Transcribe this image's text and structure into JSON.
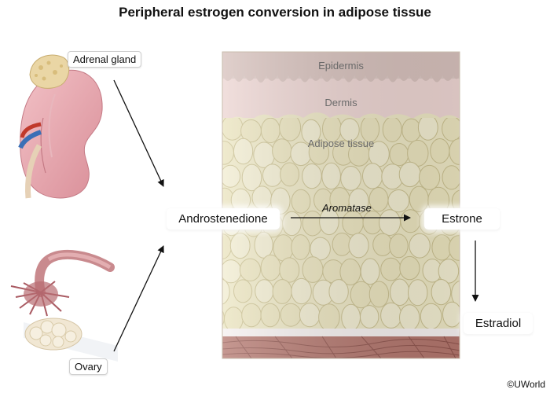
{
  "title": "Peripheral estrogen conversion in adipose tissue",
  "labels": {
    "adrenal_gland": "Adrenal gland",
    "ovary": "Ovary",
    "epidermis": "Epidermis",
    "dermis": "Dermis",
    "adipose_tissue": "Adipose tissue",
    "androstenedione": "Androstenedione",
    "aromatase": "Aromatase",
    "estrone": "Estrone",
    "estradiol": "Estradiol"
  },
  "credit": "©UWorld",
  "colors": {
    "epidermis": "#d9c4c0",
    "dermis": "#ecd3d0",
    "adipose": "#ece6c2",
    "adipose_cell_edge": "#c9bf8e",
    "muscle": "#b3766d",
    "kidney": "#e4a7ae",
    "adrenal": "#ead6a5",
    "ovary": "#f1e7d3",
    "arrow": "#111111"
  },
  "icons": {
    "kidney": "kidney-adrenal-illustration",
    "ovary": "ovary-fallopian-tube-illustration",
    "tissue": "skin-cross-section-illustration"
  }
}
